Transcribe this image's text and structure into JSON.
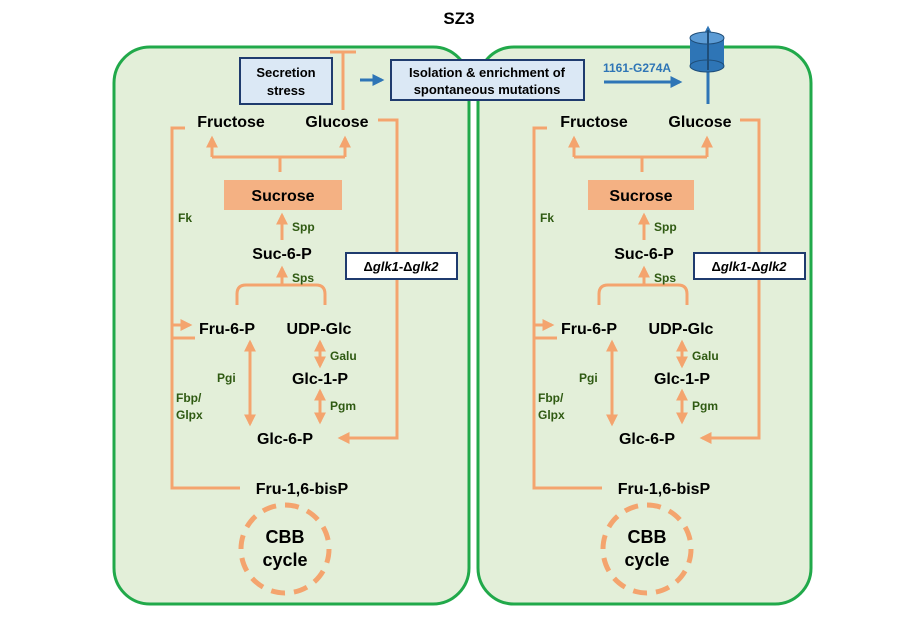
{
  "title": "SZ3",
  "colors": {
    "cell_fill": "#e3efd9",
    "cell_border": "#21a94a",
    "flow": "#f4a46e",
    "sucrose_box": "#f4b183",
    "box_border": "#1f3b6e",
    "box_fill": "#dbe8f5",
    "arrow_blue": "#2e75b6",
    "enzyme_text": "#2f5a12"
  },
  "icons": [
    "transporter-icon",
    "inhibition-icon"
  ],
  "secretion_box": {
    "line1": "Secretion",
    "line2": "stress"
  },
  "isolation_box": {
    "line1": "Isolation & enrichment of",
    "line2": "spontaneous mutations"
  },
  "mutation_label": "1161-G274A",
  "cell": {
    "fructose": "Fructose",
    "glucose": "Glucose",
    "sucrose": "Sucrose",
    "suc6p": "Suc-6-P",
    "fru6p": "Fru-6-P",
    "udpglc": "UDP-Glc",
    "glc1p": "Glc-1-P",
    "glc6p": "Glc-6-P",
    "fru16bisp": "Fru-1,6-bisP",
    "cbb_line1": "CBB",
    "cbb_line2": "cycle",
    "fk": "Fk",
    "spp": "Spp",
    "sps": "Sps",
    "pgi": "Pgi",
    "galu": "Galu",
    "pgm": "Pgm",
    "fbp_line1": "Fbp/",
    "fbp_line2": "Glpx",
    "deletion_prefix": "Δ",
    "deletion_gene1": "glk1",
    "deletion_sep": "-Δ",
    "deletion_gene2": "glk2"
  }
}
